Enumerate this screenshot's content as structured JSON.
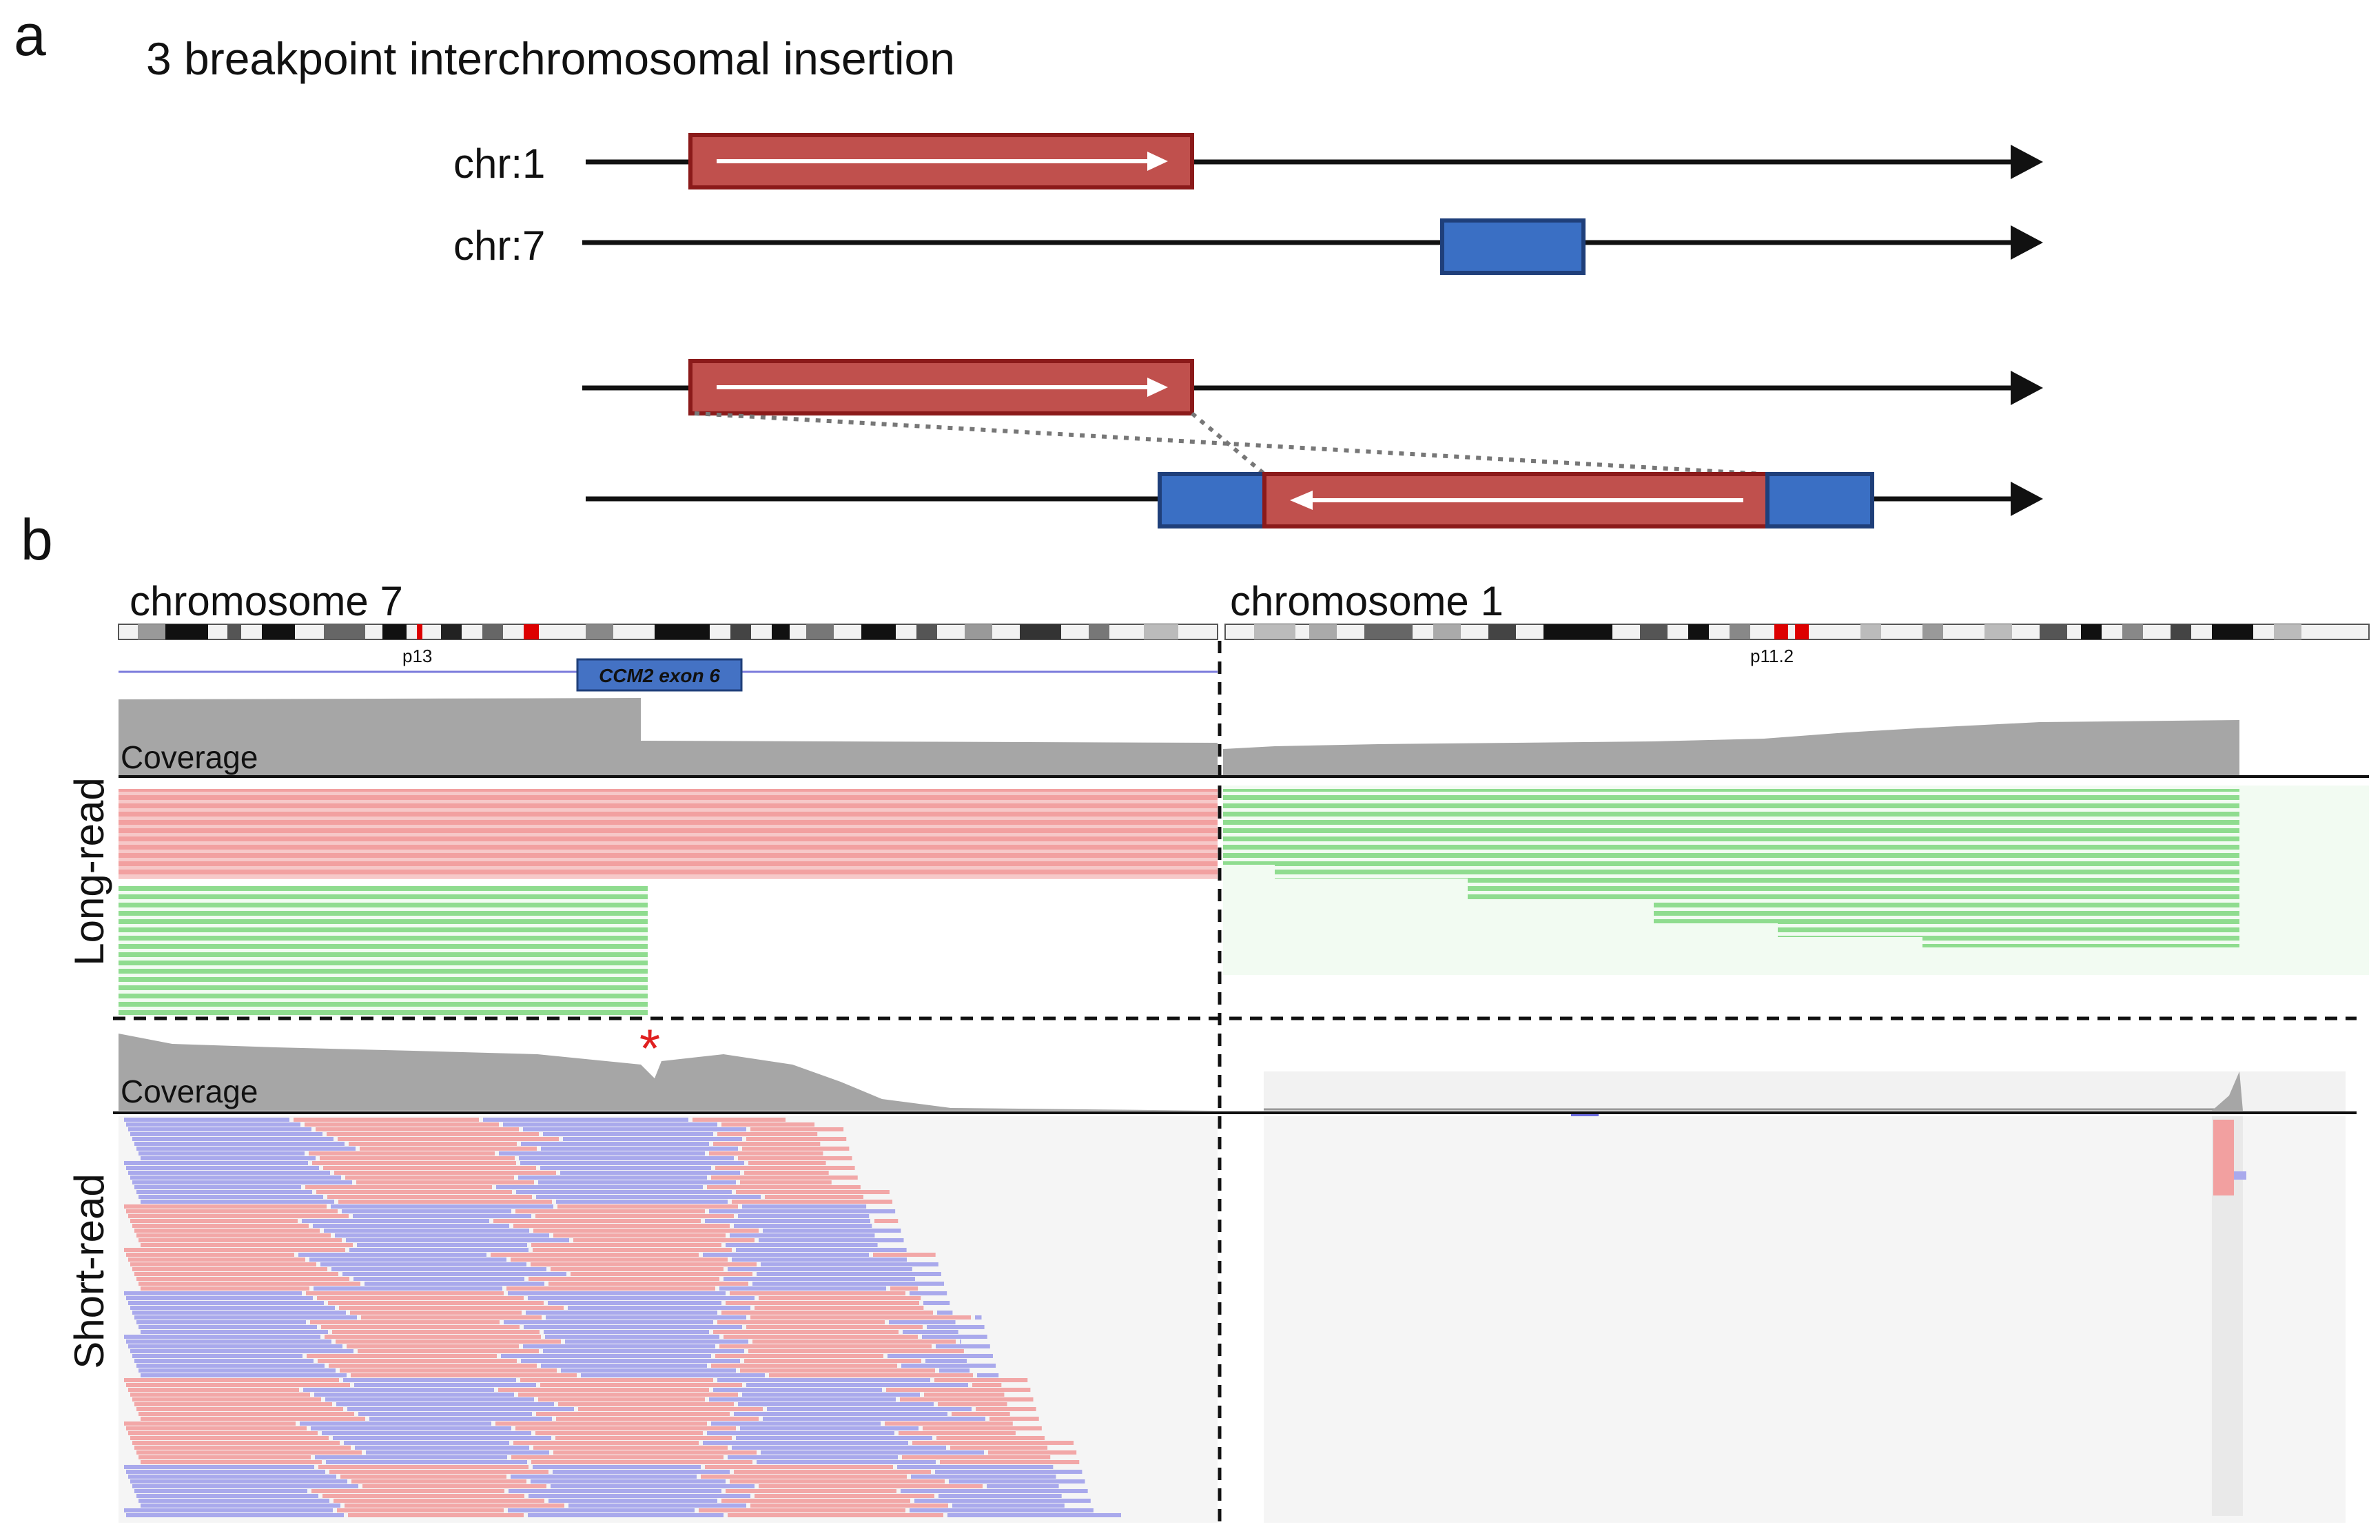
{
  "panel_a": {
    "letter": "a",
    "title": "3 breakpoint interchromosomal insertion",
    "chr1_label": "chr:1",
    "chr7_label": "chr:7"
  },
  "panel_b": {
    "letter": "b",
    "left_chromosome": "chromosome 7",
    "right_chromosome": "chromosome 1",
    "left_band": "p13",
    "right_band": "p11.2",
    "gene_label": "CCM2 exon 6",
    "long_read_label": "Long-read",
    "short_read_label": "Short-read",
    "coverage_label": "Coverage",
    "asterisk": "*"
  },
  "colors": {
    "segment_red": "#c0504d",
    "segment_red_border": "#8b1a1a",
    "segment_blue": "#3a6fc4",
    "segment_blue_border": "#1f3f7a",
    "read_pink": "#f2a7a7",
    "read_green": "#8fdc8f",
    "read_purple": "#a9a9ec",
    "coverage_gray": "#a6a6a6",
    "asterisk_red": "#e02020"
  },
  "icons": [
    "arrow-right-icon",
    "arrow-left-icon",
    "asterisk-icon"
  ]
}
